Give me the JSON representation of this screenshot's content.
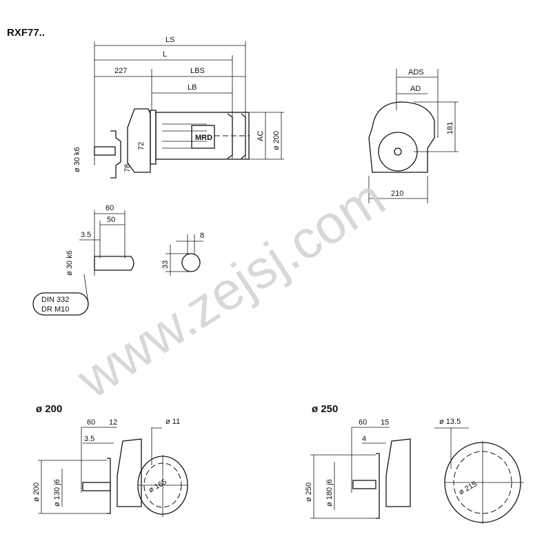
{
  "title": "RXF77..",
  "main_view": {
    "LS": "LS",
    "L": "L",
    "d227": "227",
    "LBS": "LBS",
    "LB": "LB",
    "d72": "72",
    "d78": "78",
    "shaft": "ø 30 k6",
    "AC": "AC",
    "d200": "ø 200",
    "badge": "MRD"
  },
  "end_view": {
    "ADS": "ADS",
    "AD": "AD",
    "d181": "181",
    "d210": "210"
  },
  "shaft_detail": {
    "d60": "60",
    "d50": "50",
    "d35": "3.5",
    "shaft": "ø 30 k6",
    "d8": "8",
    "d33": "33",
    "note1": "DIN 332",
    "note2": "DR M10"
  },
  "flange200": {
    "title": "ø 200",
    "d60": "60",
    "d12": "12",
    "d35": "3.5",
    "d200": "ø 200",
    "d130": "ø 130 j6",
    "hole": "ø 11",
    "pcd": "ø 165"
  },
  "flange250": {
    "title": "ø 250",
    "d60": "60",
    "d15": "15",
    "d4": "4",
    "d250": "ø 250",
    "d180": "ø 180 j6",
    "hole": "ø 13.5",
    "pcd": "ø 215"
  },
  "watermark": "www.zejsj.com"
}
